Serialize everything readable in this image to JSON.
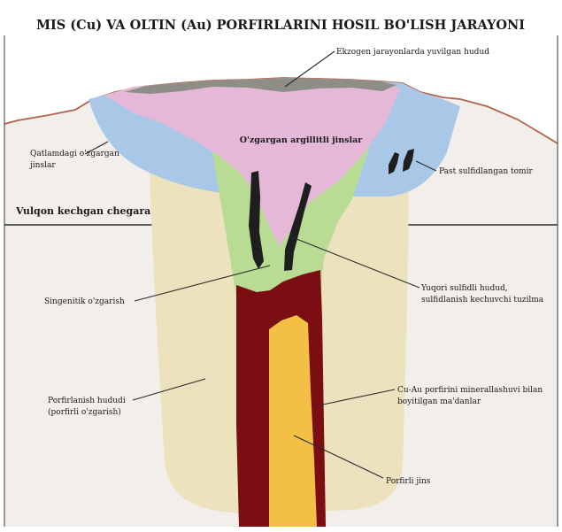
{
  "title": "MIS (Cu) VA OLTIN (Au) PORFIRLARINI HOSIL BO'LISH JARAYONI",
  "labels": {
    "ekzogen": "Ekzogen jarayonlarda yuvilgan hudud",
    "argillit": "O'zgargan argillitli jinslar",
    "qatlam_1": "Qatlamdagi o'zgargan",
    "qatlam_2": "jinslar",
    "past_sulfid": "Past sulfidlangan tomir",
    "vulqon": "Vulqon kechgan chegara",
    "singenitik": "Singenitik o'zgarish",
    "yuqori_1": "Yuqori sulfidli hudud,",
    "yuqori_2": "sulfidlanish kechuvchi tuzilma",
    "porfirlanish_1": "Porfirlanish hududi",
    "porfirlanish_2": "(porfirli o'zgarish)",
    "cuau_1": "Cu-Au porfirini minerallashuvi bilan",
    "cuau_2": "boyitilgan ma'danlar",
    "porfirli_jins": "Porfirli jins"
  },
  "colors": {
    "sky": "#ffffff",
    "ground": "#f2eeea",
    "pink": "#e5b8d8",
    "blue": "#a9c8e8",
    "green": "#b9dc95",
    "tan": "#ece2bd",
    "darkred": "#7a0e12",
    "yellow": "#f3c045",
    "gray": "#8d8f86",
    "vein": "#1e1e1e",
    "surface": "#b2634b"
  }
}
